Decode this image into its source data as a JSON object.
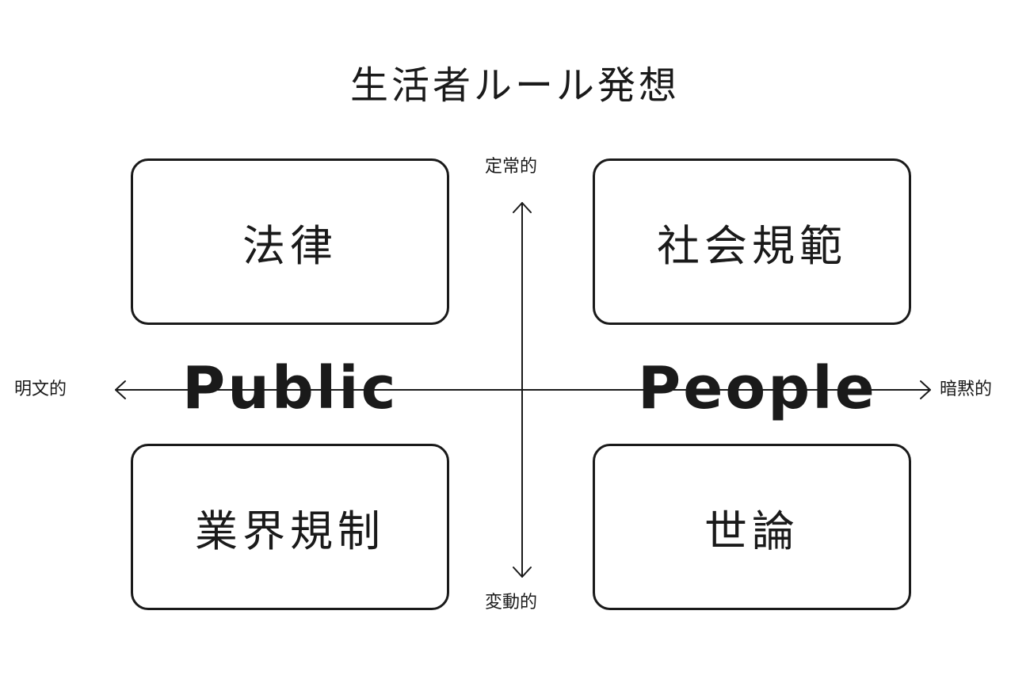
{
  "title": "生活者ルール発想",
  "axes": {
    "top": "定常的",
    "bottom": "変動的",
    "left": "明文的",
    "right": "暗黙的"
  },
  "quadrants": {
    "top_left": "法律",
    "top_right": "社会規範",
    "bottom_left": "業界規制",
    "bottom_right": "世論"
  },
  "overlays": {
    "left": "Public",
    "right": "People"
  },
  "colors": {
    "ink": "#1a1a1a",
    "background": "#ffffff"
  }
}
